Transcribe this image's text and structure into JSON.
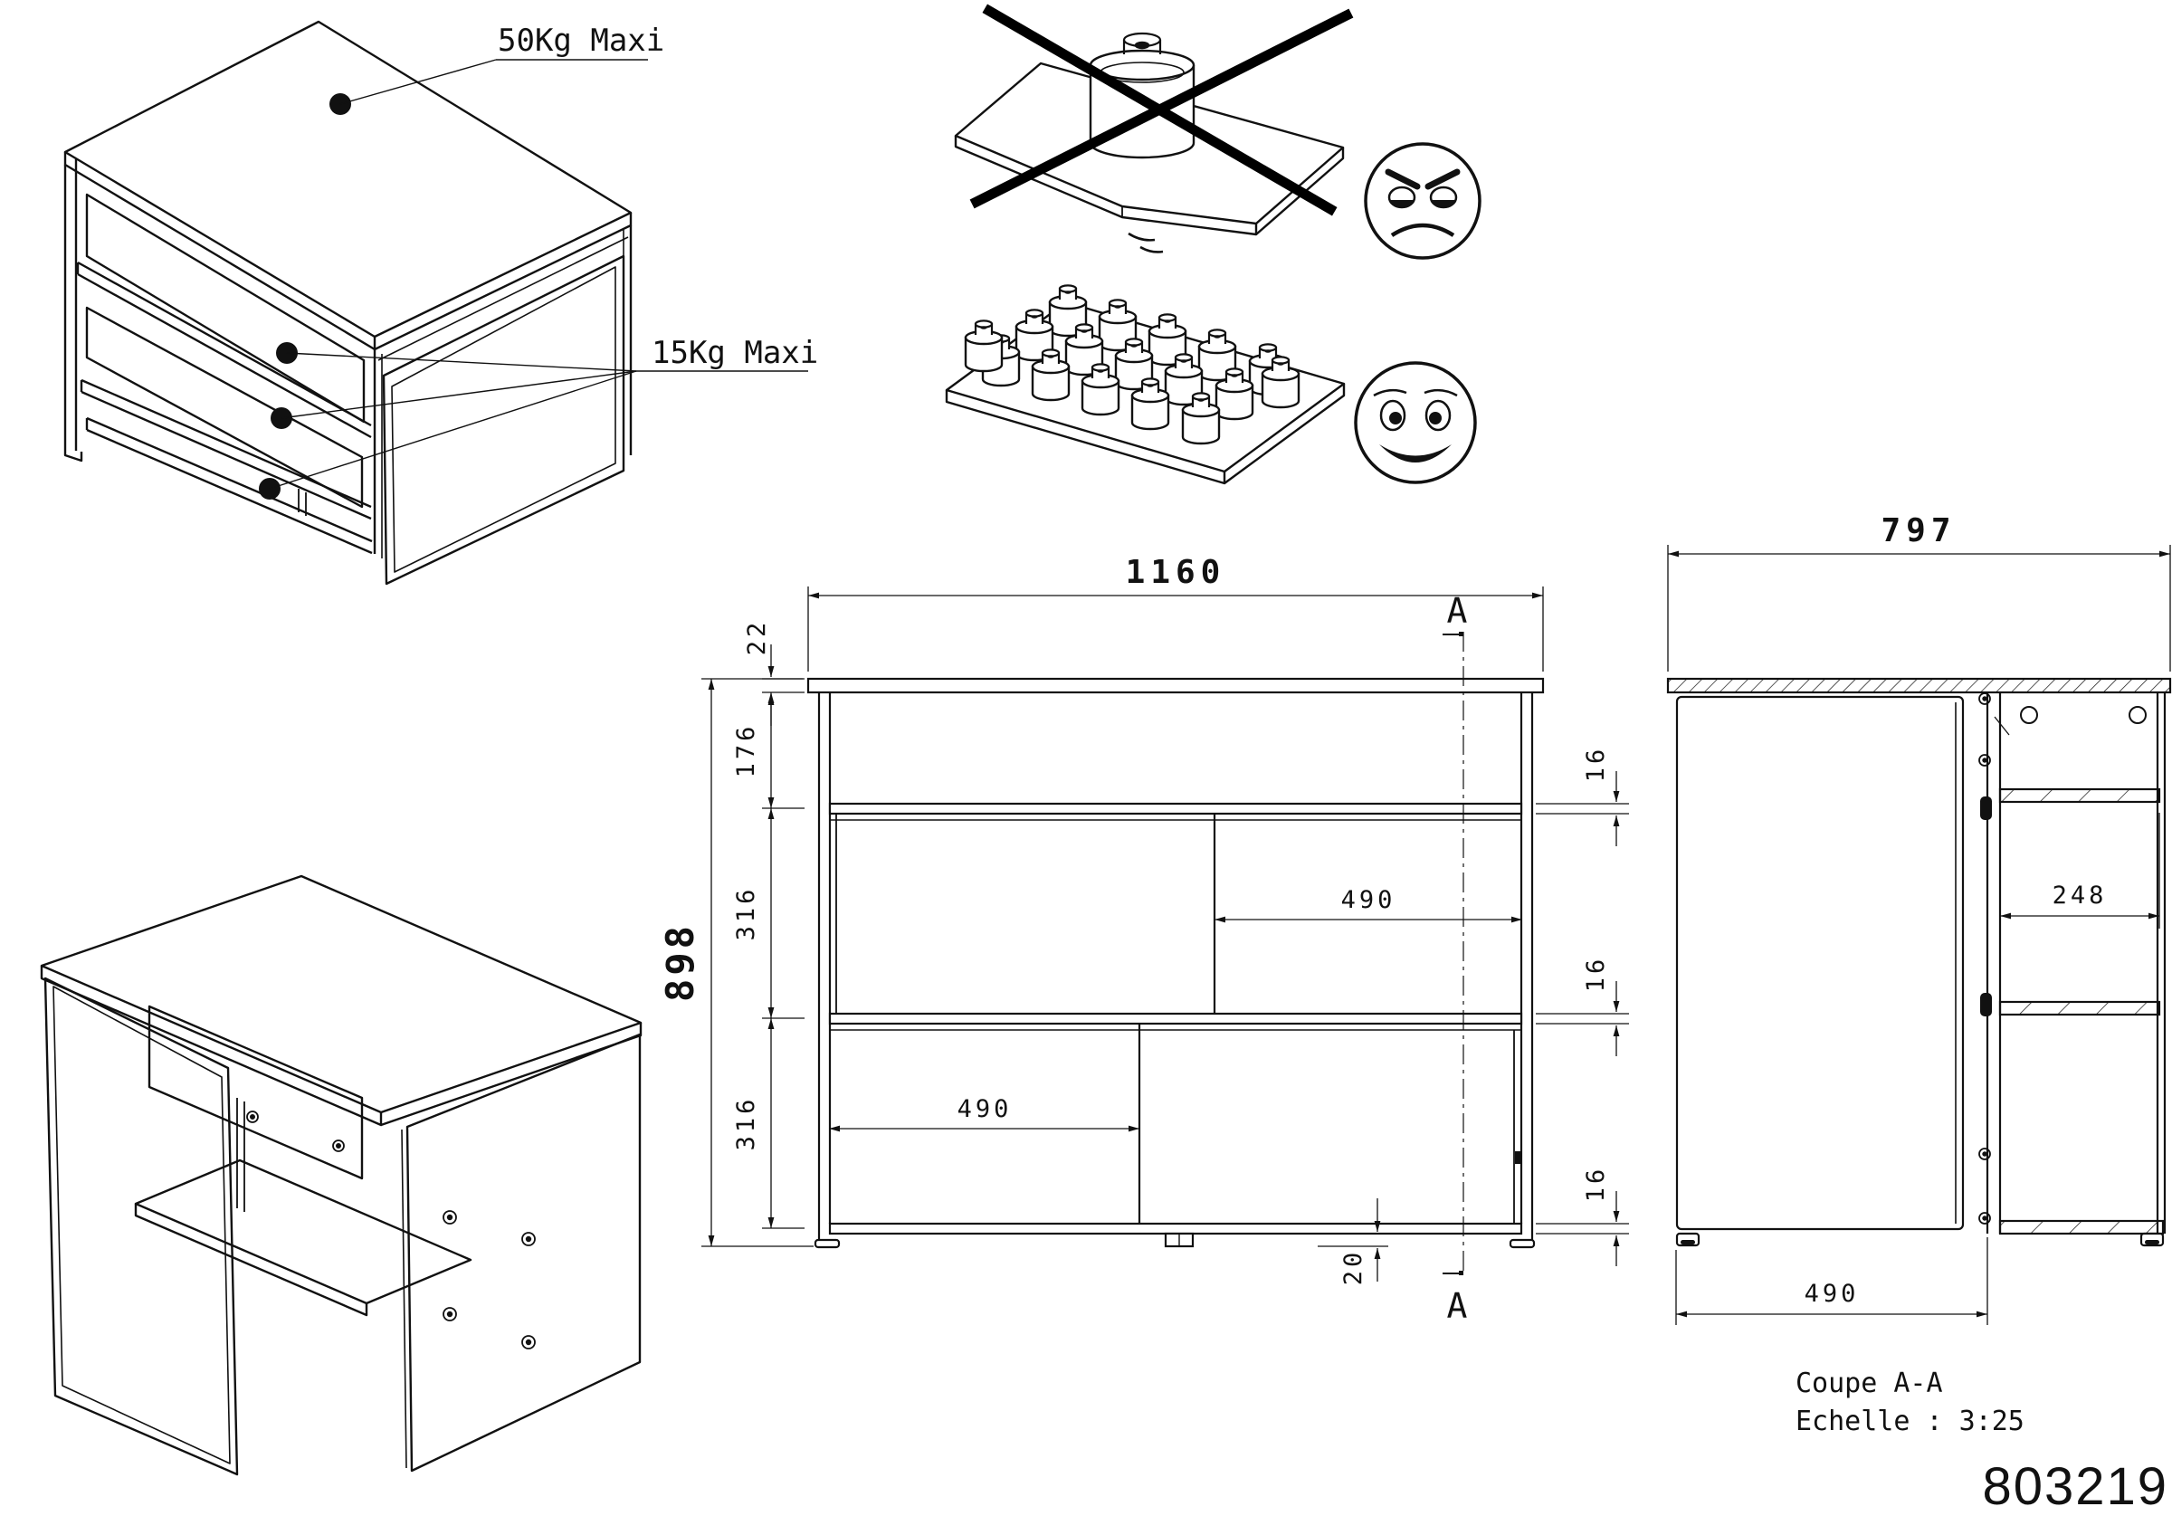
{
  "page": {
    "background": "#ffffff",
    "ink": "#111111"
  },
  "iso_top_view": {
    "label_top_load": "50Kg Maxi",
    "label_shelf_load": "15Kg Maxi"
  },
  "warning_panel": {
    "bad_icon": "single-heavy-weight-crossed",
    "bad_face_icon": "angry-face",
    "good_icon": "distributed-weights",
    "good_face_icon": "happy-face"
  },
  "front_view": {
    "dim_width": "1160",
    "dim_top_thickness": "22",
    "dim_upper_section": "176",
    "dim_mid_section": "316",
    "dim_lower_section": "316",
    "dim_total_height": "898",
    "dim_shelf1_thickness": "16",
    "dim_shelf2_thickness": "16",
    "dim_bottom_thickness": "16",
    "dim_door_upper": "490",
    "dim_door_lower": "490",
    "dim_foot_height": "20",
    "section_label_top": "A",
    "section_label_bottom": "A"
  },
  "side_view": {
    "dim_depth": "797",
    "dim_shelf_depth": "248",
    "dim_door_depth": "490"
  },
  "caption": {
    "line1": "Coupe A-A",
    "line2": "Echelle :  3:25"
  },
  "part_number": "803219"
}
